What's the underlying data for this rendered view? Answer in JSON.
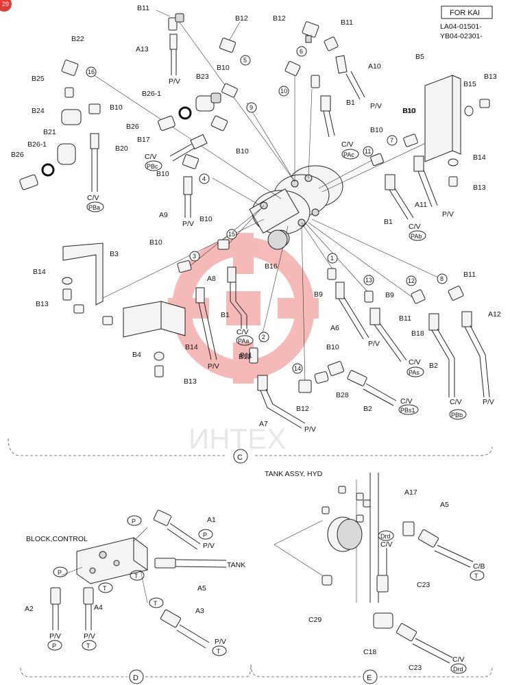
{
  "header": {
    "variant_box": "FOR KAI",
    "serial_1": "LA04-01501-",
    "serial_2": "YB04-02301-"
  },
  "corner_badge": "29",
  "watermark": {
    "text": "ИНТЕХ",
    "color": "#e53935"
  },
  "sections": {
    "c": "C",
    "d": "D",
    "e": "E"
  },
  "section_d": {
    "title": "BLOCK,CONTROL"
  },
  "section_e": {
    "title": "TANK ASSY, HYD"
  },
  "labels": [
    "B11",
    "B12",
    "B12",
    "B11",
    "A13",
    "B22",
    "B25",
    "B24",
    "B10",
    "B21",
    "B20",
    "B26-1",
    "B26",
    "B23",
    "B26-1",
    "B26",
    "B17",
    "B10",
    "B10",
    "B10",
    "B10",
    "A10",
    "B1",
    "B5",
    "B15",
    "B13",
    "B10",
    "B10",
    "B14",
    "B13",
    "A11",
    "B1",
    "A9",
    "B10",
    "B10",
    "B3",
    "B14",
    "B13",
    "A8",
    "B1",
    "B16",
    "B9",
    "B9",
    "B11",
    "B11",
    "B11",
    "A12",
    "A6",
    "B18",
    "B2",
    "B4",
    "B14",
    "B13",
    "B11",
    "B10",
    "B28",
    "B12",
    "B2",
    "A7",
    "A1",
    "A5",
    "A4",
    "A2",
    "A3",
    "A17",
    "A5",
    "C23",
    "C29",
    "C18",
    "C23"
  ],
  "circled": [
    "16",
    "5",
    "6",
    "10",
    "9",
    "11",
    "7",
    "4",
    "15",
    "3",
    "1",
    "13",
    "12",
    "8",
    "2",
    "14"
  ],
  "ports": {
    "pv": "P/V",
    "cv": "C/V",
    "cb": "C/B",
    "tank": "TANK",
    "pbc": "PBc",
    "pba": "PBa",
    "pac": "PAc",
    "pab": "PAb",
    "paa": "PAa",
    "pas": "PAs",
    "pbs1": "PBs1",
    "pbb": "PBb",
    "drd": "Drd",
    "p": "P",
    "t": "T"
  }
}
